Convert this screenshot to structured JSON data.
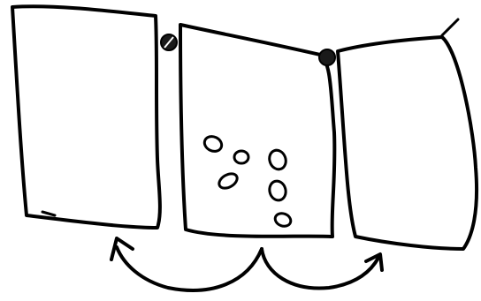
{
  "diagram": {
    "kind": "hand-drawn sketch",
    "ink_color": "#000000",
    "background_color": "#ffffff",
    "panels": [
      {
        "id": "left",
        "has_spots": false
      },
      {
        "id": "middle",
        "has_spots": true,
        "spot_count": 6
      },
      {
        "id": "right",
        "has_spots": false
      }
    ],
    "hinges": [
      {
        "between": [
          "left",
          "middle"
        ]
      },
      {
        "between": [
          "middle",
          "right"
        ]
      }
    ],
    "arrows": [
      {
        "from": "middle",
        "to": "left"
      },
      {
        "from": "middle",
        "to": "right"
      }
    ]
  }
}
